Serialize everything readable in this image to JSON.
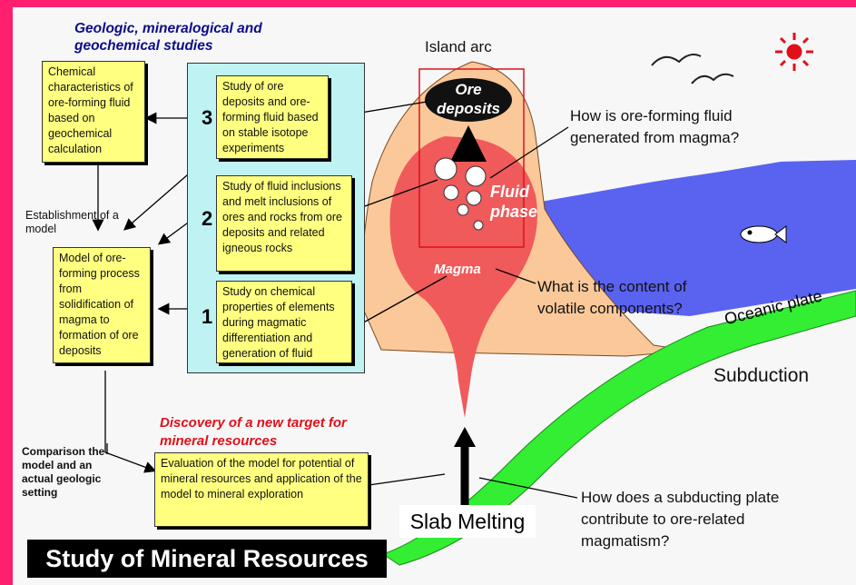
{
  "title": "Study of Mineral Resources",
  "header": {
    "studies_title": "Geologic, mineralogical and geochemical studies",
    "studies_line1": "Geologic, mineralogical and",
    "studies_line2": "geochemical studies",
    "island_arc": "Island arc"
  },
  "boxes": {
    "chemical_characteristics": "Chemical characteristics of ore-forming fluid based on geochemical calculation",
    "study3": "Study of ore deposits and ore-forming fluid based on stable isotope experiments",
    "study2": "Study of fluid inclusions and melt inclusions of ores and rocks from ore deposits and related igneous rocks",
    "study1": "Study on chemical properties of elements during magmatic differentiation and generation of fluid",
    "model": "Model of ore-forming process from solidification of magma to formation of ore deposits",
    "evaluation": "Evaluation of the model for potential of mineral resources and application of the model to mineral exploration"
  },
  "numbers": {
    "n3": "3",
    "n2": "2",
    "n1": "1"
  },
  "labels": {
    "establishment": "Establishment of a model",
    "comparison": "Comparison the model and an actual geologic setting",
    "discovery": "Discovery of a new target for mineral resources",
    "ore_deposits": "Ore deposits",
    "fluid_phase": "Fluid phase",
    "magma": "Magma",
    "oceanic_plate": "Oceanic plate",
    "subduction": "Subduction",
    "slab_melting": "Slab Melting"
  },
  "questions": {
    "q1": "How is ore-forming fluid generated from magma?",
    "q2": "What is the content of volatile components?",
    "q3": "How does a subducting plate contribute to ore-related magmatism?"
  },
  "colors": {
    "frame": "#ff1f6e",
    "background_outer": "#0b0b5a",
    "box_fill": "#ffff80",
    "panel_cyan": "#bff3f3",
    "mountain": "#fbc89a",
    "magma": "#f05a5a",
    "ocean": "#5a62f0",
    "oceanic_plate": "#33ee33",
    "title_blue": "#0b0b8a",
    "discovery_red": "#e0101a"
  }
}
